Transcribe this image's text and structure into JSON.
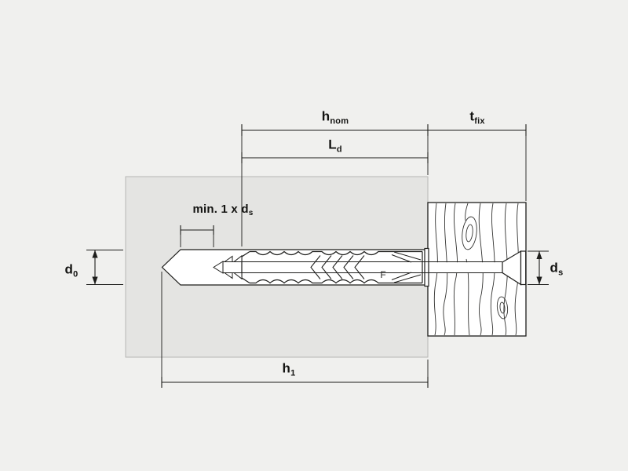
{
  "colors": {
    "background": "#f0f0ee",
    "wall": "#e4e4e2",
    "wood": "#ffffff",
    "line": "#1d1d1b"
  },
  "components": [
    "wall-block",
    "drill-hole",
    "expansion-anchor",
    "screw",
    "fixture-board",
    "screw-head"
  ],
  "labels": {
    "h_nom": {
      "text": "h",
      "sub": "nom"
    },
    "t_fix": {
      "text": "t",
      "sub": "fix"
    },
    "L_d": {
      "text": "L",
      "sub": "d"
    },
    "min_ds": {
      "text": "min. 1 x d",
      "sub": "s"
    },
    "d_0": {
      "text": "d",
      "sub": "0"
    },
    "d_s": {
      "text": "d",
      "sub": "s"
    },
    "h_1": {
      "text": "h",
      "sub": "1"
    },
    "anchor_mark": {
      "text": "F"
    }
  }
}
